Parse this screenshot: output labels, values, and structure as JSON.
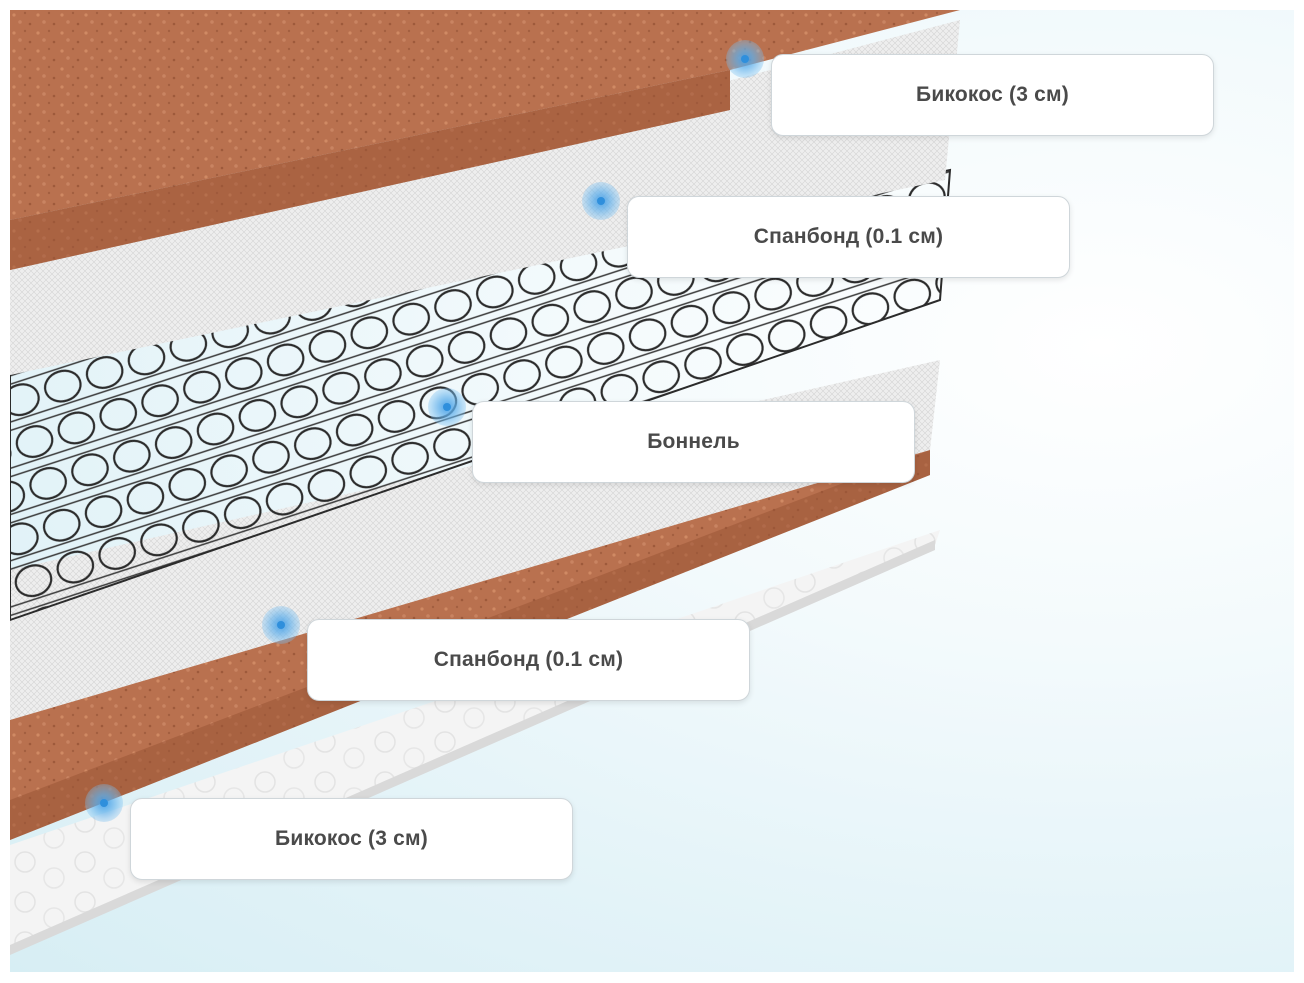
{
  "layers": [
    {
      "label": "Бикокос (3 см)"
    },
    {
      "label": "Спанбонд (0.1 см)"
    },
    {
      "label": "Боннель"
    },
    {
      "label": "Спанбонд (0.1 см)"
    },
    {
      "label": "Бикокос (3 см)"
    }
  ],
  "colors": {
    "coconut": "#b9714f",
    "coconut_dark": "#9b5536",
    "spunbond": "#e9e9e9",
    "spring": "#2b2b2b",
    "marker": "#4aa0e6"
  }
}
